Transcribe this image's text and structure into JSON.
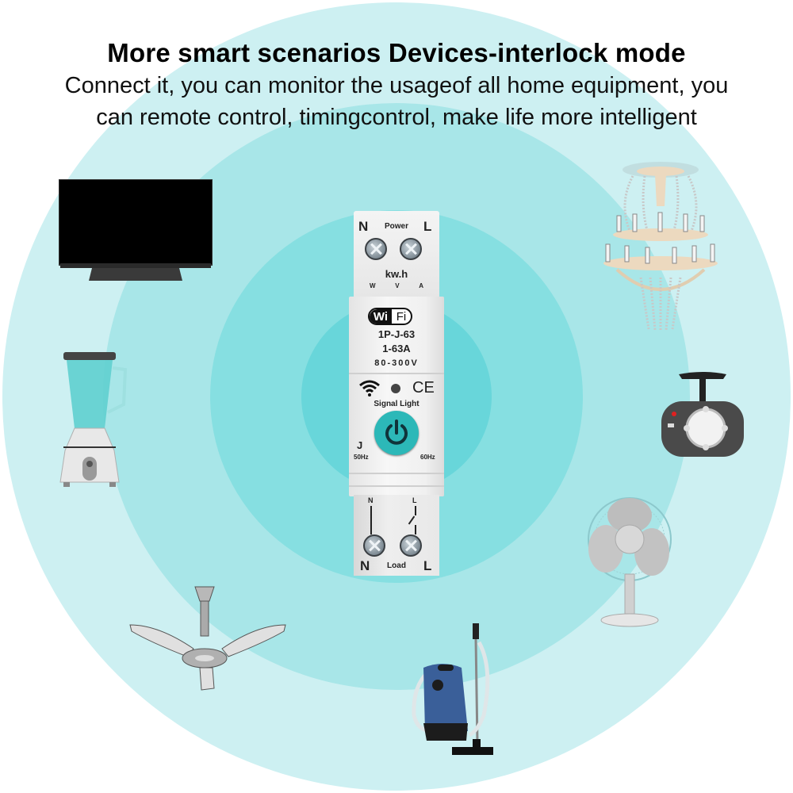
{
  "header": {
    "headline": "More smart scenarios Devices-interlock mode",
    "subtext": "Connect it, you can monitor the usageof all home equipment, you can remote control, timingcontrol, make life more intelligent"
  },
  "colors": {
    "ring_outer": "#cdf0f2",
    "ring_2": "#a8e6e8",
    "ring_3": "#86dfe1",
    "ring_inner": "#68d6da",
    "power_button": "#2cb8b8"
  },
  "device": {
    "top": {
      "left_terminal": "N",
      "title": "Power",
      "right_terminal": "L",
      "meter_label": "kw.h",
      "readouts": [
        "W",
        "V",
        "A"
      ]
    },
    "badge": {
      "wi": "Wi",
      "fi": "Fi"
    },
    "model": "1P-J-63",
    "current": "1-63A",
    "voltage": "80-300V",
    "cert": "CE",
    "signal_label": "Signal Light",
    "j_label": "J",
    "freq_left": "50Hz",
    "freq_right": "60Hz",
    "bottom": {
      "top_left": "N",
      "top_right": "L",
      "left_terminal": "N",
      "title": "Load",
      "right_terminal": "L"
    }
  },
  "appliances": [
    {
      "name": "television",
      "icon": "tv-icon"
    },
    {
      "name": "chandelier",
      "icon": "chandelier-icon"
    },
    {
      "name": "blender",
      "icon": "blender-icon"
    },
    {
      "name": "dash camera",
      "icon": "camera-icon"
    },
    {
      "name": "desk fan",
      "icon": "desk-fan-icon"
    },
    {
      "name": "ceiling fan",
      "icon": "ceiling-fan-icon"
    },
    {
      "name": "vacuum cleaner",
      "icon": "vacuum-icon"
    }
  ]
}
